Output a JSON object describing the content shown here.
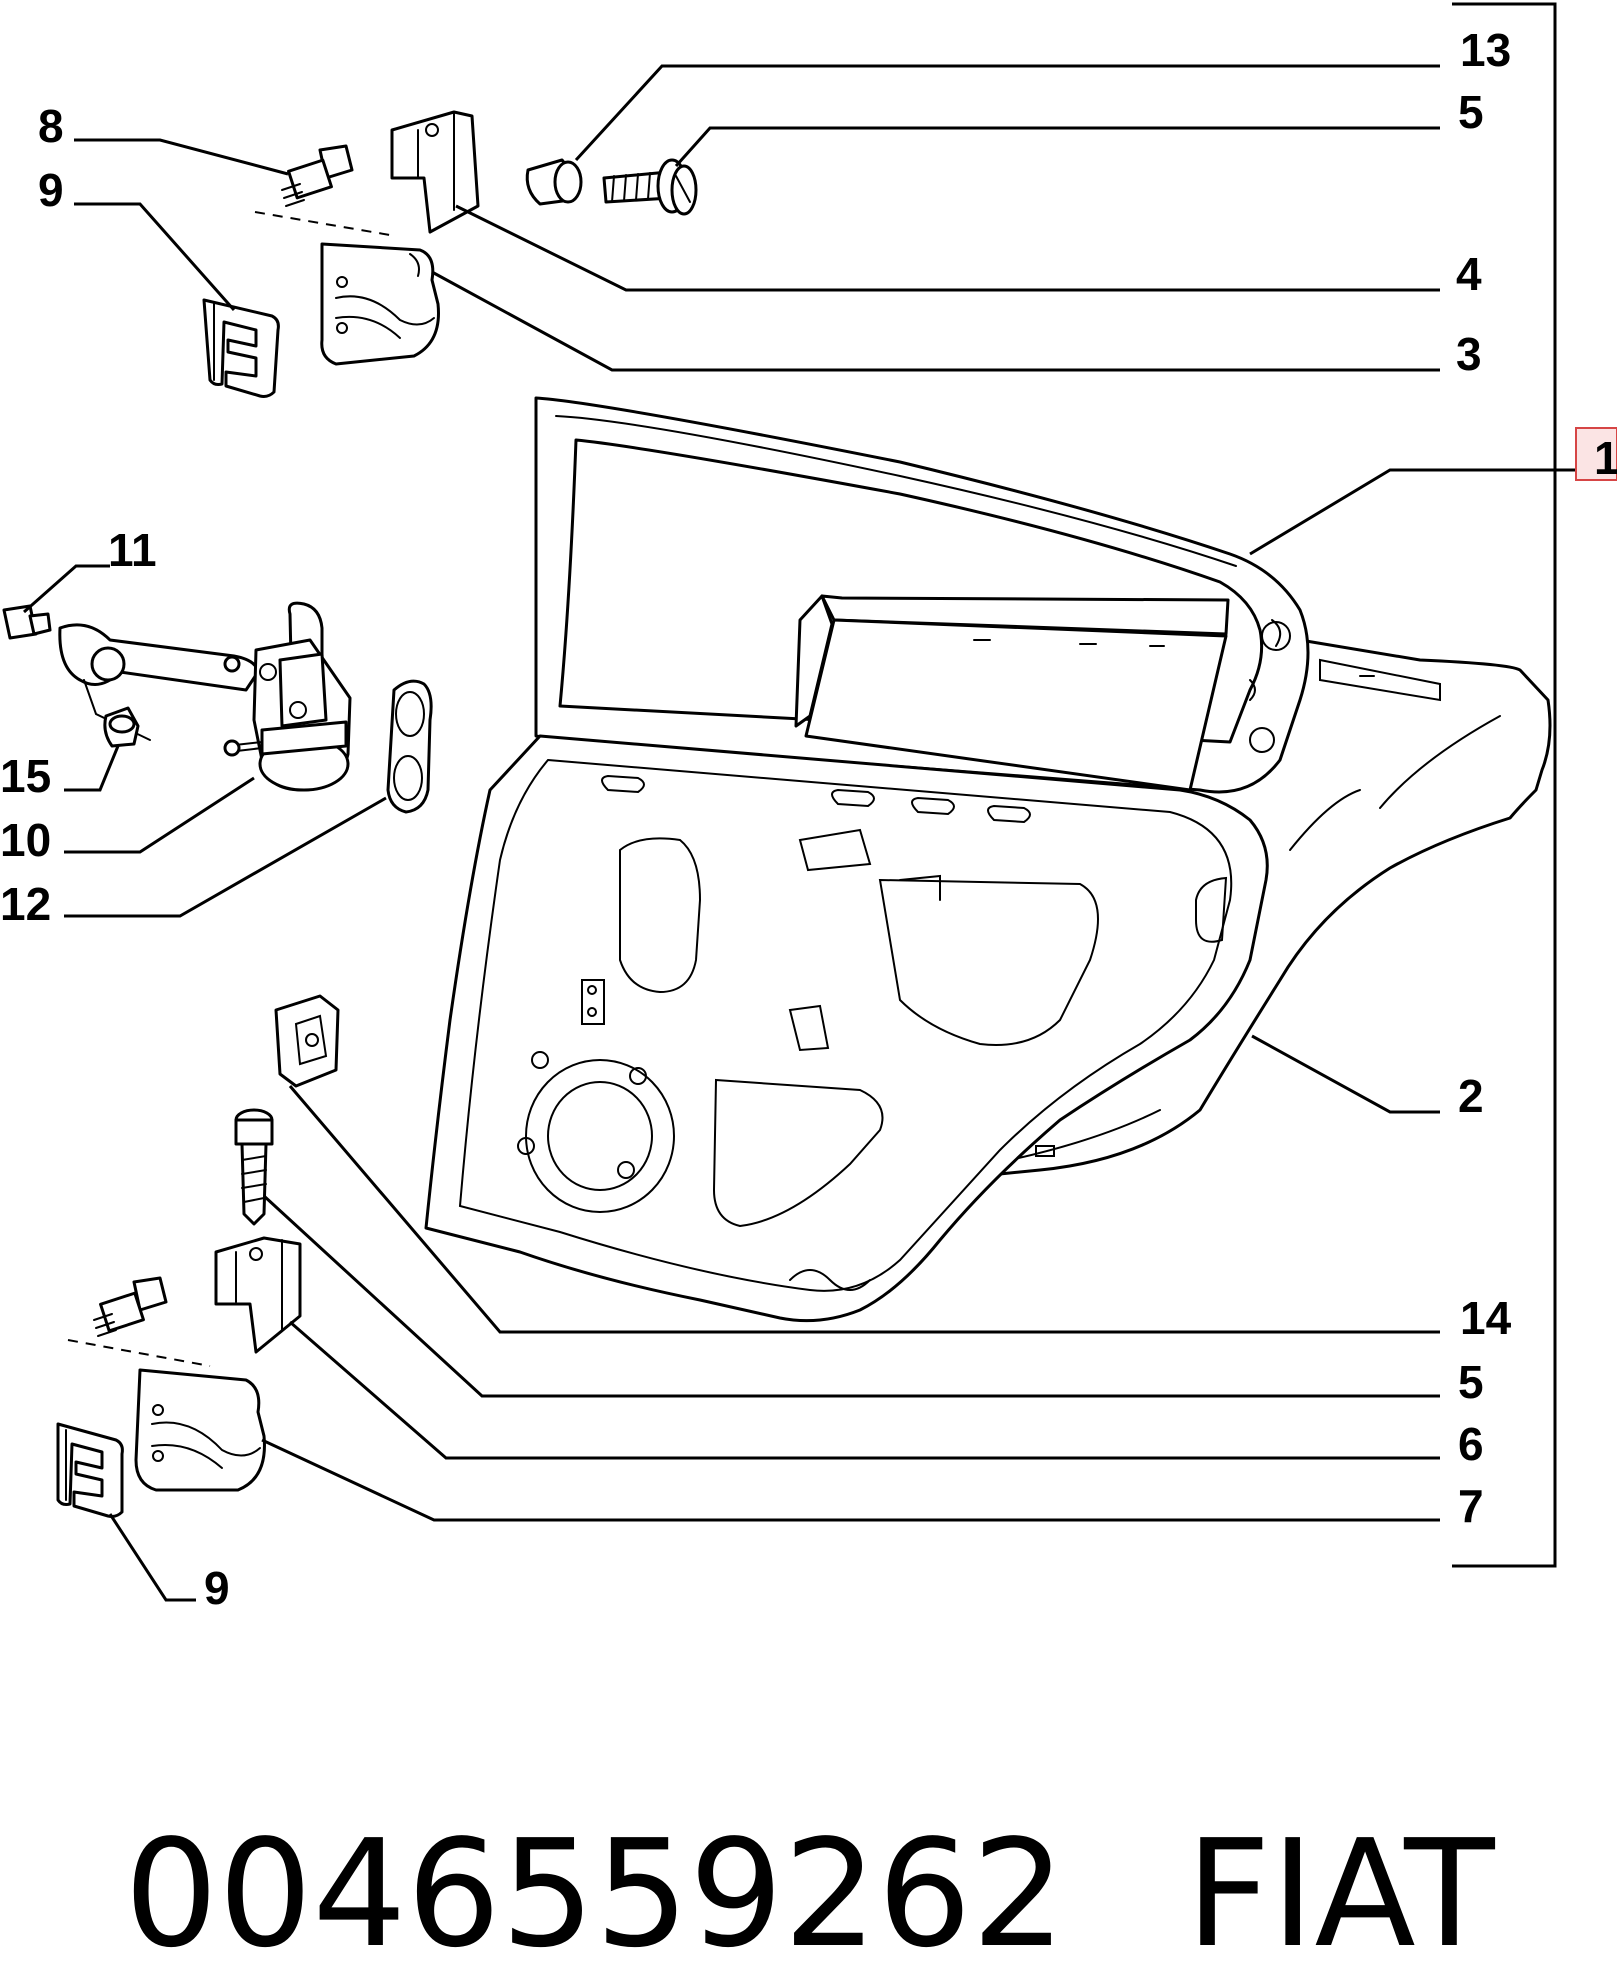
{
  "callouts": {
    "c13": "13",
    "c5_top": "5",
    "c4": "4",
    "c3": "3",
    "c1": "1",
    "c8": "8",
    "c9_top": "9",
    "c11": "11",
    "c15": "15",
    "c10": "10",
    "c12": "12",
    "c2": "2",
    "c14": "14",
    "c5_bottom": "5",
    "c6": "6",
    "c7": "7",
    "c9_bottom": "9"
  },
  "footer": {
    "part_number": "0046559262",
    "brand": "FIAT"
  },
  "colors": {
    "line": "#000000",
    "background": "#ffffff",
    "highlight_fill": "#fbe4e4",
    "highlight_stroke": "#d64545"
  }
}
